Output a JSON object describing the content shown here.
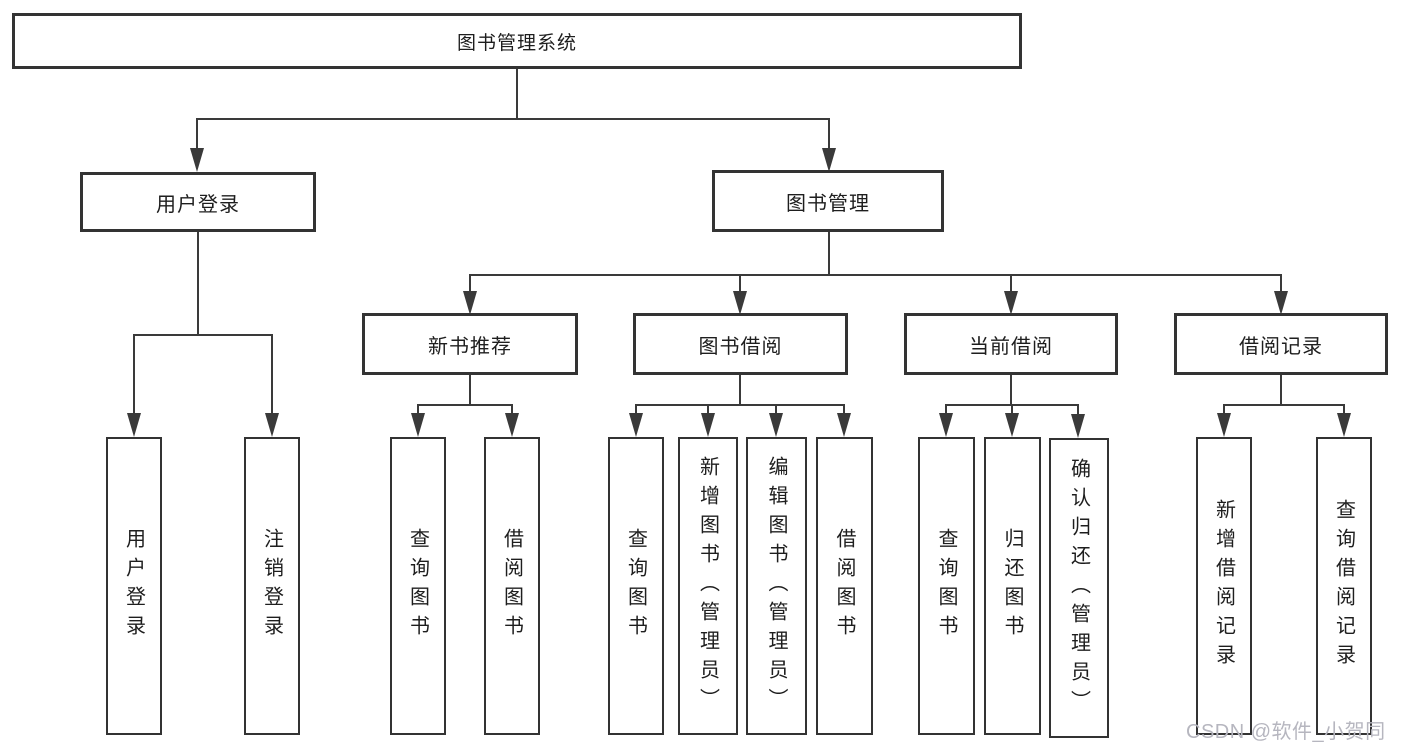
{
  "tree": {
    "label": "图书管理系统",
    "children": [
      {
        "label": "用户登录",
        "children": [
          {
            "label": "用户登录"
          },
          {
            "label": "注销登录"
          }
        ]
      },
      {
        "label": "图书管理",
        "children": [
          {
            "label": "新书推荐",
            "children": [
              {
                "label": "查询图书"
              },
              {
                "label": "借阅图书"
              }
            ]
          },
          {
            "label": "图书借阅",
            "children": [
              {
                "label": "查询图书"
              },
              {
                "label": "新增图书（管理员）"
              },
              {
                "label": "编辑图书（管理员）"
              },
              {
                "label": "借阅图书"
              }
            ]
          },
          {
            "label": "当前借阅",
            "children": [
              {
                "label": "查询图书"
              },
              {
                "label": "归还图书"
              },
              {
                "label": "确认归还（管理员）"
              }
            ]
          },
          {
            "label": "借阅记录",
            "children": [
              {
                "label": "新增借阅记录"
              },
              {
                "label": "查询借阅记录"
              }
            ]
          }
        ]
      }
    ]
  },
  "watermark": "CSDN @软件_小贺同学",
  "colors": {
    "line": "#3a3a3a",
    "box_border": "#333333",
    "box_fill": "#ffffff",
    "text": "#1e1e1e",
    "watermark": "#b6b6bf",
    "background": "#ffffff"
  }
}
